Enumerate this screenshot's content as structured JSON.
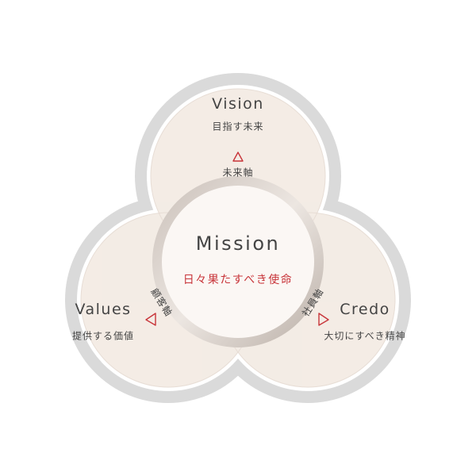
{
  "colors": {
    "outer_ring": "#dadada",
    "circle_fill": "#f3ebe4",
    "mission_fill": "#fbf7f4",
    "accent_red": "#c8353a"
  },
  "vision": {
    "title": "Vision",
    "subtitle": "目指す未来"
  },
  "values": {
    "title": "Values",
    "subtitle": "提供する価値"
  },
  "credo": {
    "title": "Credo",
    "subtitle": "大切にすべき精神"
  },
  "mission": {
    "title": "Mission",
    "subtitle": "日々果たすべき使命"
  },
  "axes": {
    "future": "未来軸",
    "customer": "顧客軸",
    "employee": "社員軸"
  }
}
